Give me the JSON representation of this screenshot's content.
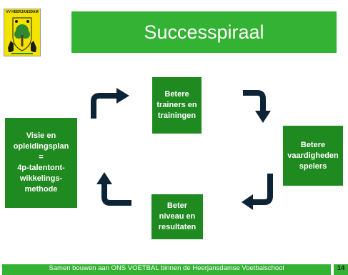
{
  "logo": {
    "text": "VV HEERJANSDAM",
    "icon": "club-crest"
  },
  "title": "Successpiraal",
  "boxes": {
    "top": "Betere\ntrainers en\ntrainingen",
    "right": "Betere\nvaardigheden\nspelers",
    "bottom": "Beter\nniveau en\nresultaten",
    "left": "Visie en\nopleidingsplan\n=\n4p-talentont-\nwikkelings-\nmethode"
  },
  "footer": {
    "text": "Samen bouwen aan ONS VOETBAL binnen de Heerjansdamse Voetbalschool",
    "page_number": "14"
  },
  "colors": {
    "title_banner": "#33b233",
    "box": "#1f8a1f",
    "arrow": "#0d2436",
    "logo_background": "#f2e300"
  }
}
